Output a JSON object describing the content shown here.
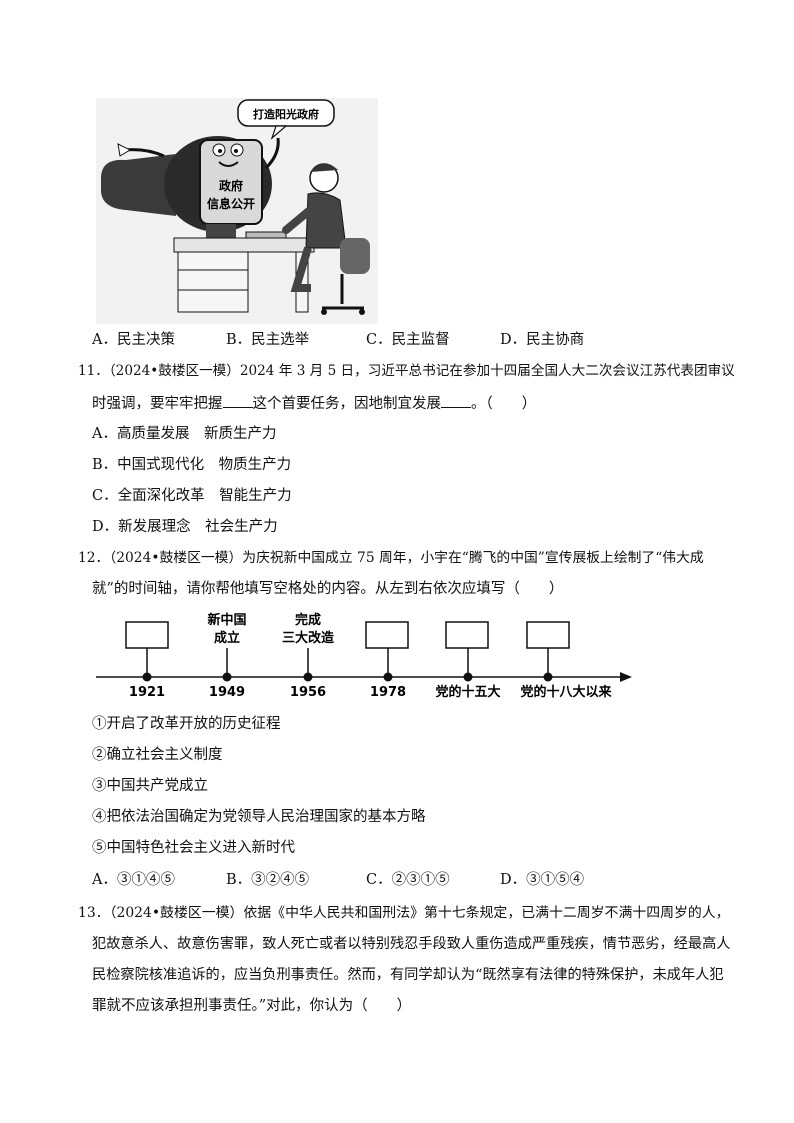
{
  "cartoon": {
    "speech_bubble": "打造阳光政府",
    "screen_line1": "政府",
    "screen_line2": "信息公开"
  },
  "q10": {
    "options": [
      "A．民主决策",
      "B．民主选举",
      "C．民主监督",
      "D．民主协商"
    ]
  },
  "q11": {
    "line1": "11．（2024•鼓楼区一模）2024 年 3 月 5 日，习近平总书记在参加十四届全国人大二次会议江苏代表团审议",
    "line2a": "时强调，要牢牢把握",
    "line2b": "这个首要任务，因地制宜发展",
    "line2c": "。（　　）",
    "options": [
      "A．高质量发展　新质生产力",
      "B．中国式现代化　物质生产力",
      "C．全面深化改革　智能生产力",
      "D．新发展理念　社会生产力"
    ]
  },
  "q12": {
    "line1": "12．（2024•鼓楼区一模）为庆祝新中国成立 75 周年，小宇在“腾飞的中国”宣传展板上绘制了“伟大成",
    "line2": "就”的时间轴，请你帮他填写空格处的内容。从左到右依次应填写（　　）",
    "timeline": {
      "labels": [
        "1921",
        "1949",
        "1956",
        "1978",
        "党的十五大",
        "党的十八大以来"
      ],
      "above_1949": [
        "新中国",
        "成立"
      ],
      "above_1956": [
        "完成",
        "三大改造"
      ]
    },
    "items": [
      "①开启了改革开放的历史征程",
      "②确立社会主义制度",
      "③中国共产党成立",
      "④把依法治国确定为党领导人民治理国家的基本方略",
      "⑤中国特色社会主义进入新时代"
    ],
    "options": [
      "A．③①④⑤",
      "B．③②④⑤",
      "C．②③①⑤",
      "D．③①⑤④"
    ]
  },
  "q13": {
    "lines": [
      "13．（2024•鼓楼区一模）依据《中华人民共和国刑法》第十七条规定，已满十二周岁不满十四周岁的人，",
      "犯故意杀人、故意伤害罪，致人死亡或者以特别残忍手段致人重伤造成严重残疾，情节恶劣，经最高人",
      "民检察院核准追诉的，应当负刑事责任。然而，有同学却认为“既然享有法律的特殊保护，未成年人犯",
      "罪就不应该承担刑事责任。”对此，你认为（　　）"
    ]
  }
}
